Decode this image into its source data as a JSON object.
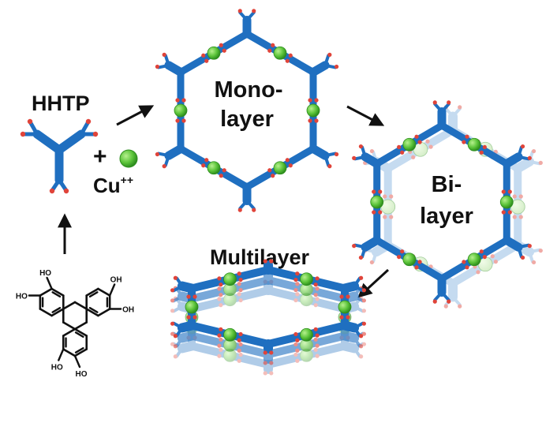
{
  "labels": {
    "hhtp": "HHTP",
    "plus": "+",
    "cu": "Cu",
    "cu_charge": "++",
    "mono_1": "Mono-",
    "mono_2": "layer",
    "bi_1": "Bi-",
    "bi_2": "layer",
    "multi": "Multilayer"
  },
  "molecule": {
    "oh_label": "HO",
    "oh_label_right": "OH"
  },
  "colors": {
    "linker": "#1f6fc0",
    "linker_light": "#7fb0de",
    "copper": "#5cc43a",
    "copper_dark": "#2f8f1f",
    "oxygen": "#e0443a",
    "arrow": "#111111",
    "bond": "#111111"
  }
}
